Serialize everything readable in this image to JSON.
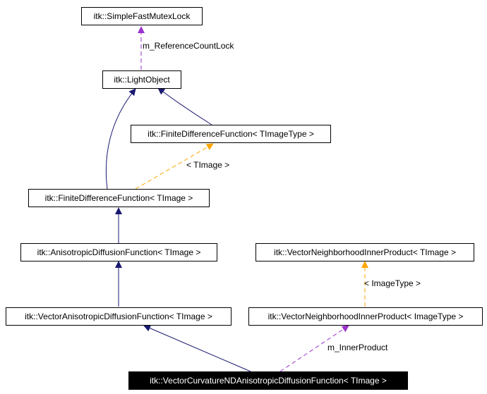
{
  "nodes": {
    "simple_fast_mutex_lock": "itk::SimpleFastMutexLock",
    "light_object": "itk::LightObject",
    "finite_difference_function_timagetype": "itk::FiniteDifferenceFunction< TImageType >",
    "finite_difference_function_timage": "itk::FiniteDifferenceFunction< TImage >",
    "anisotropic_diffusion_function": "itk::AnisotropicDiffusionFunction< TImage >",
    "vector_anisotropic_diffusion_function": "itk::VectorAnisotropicDiffusionFunction< TImage >",
    "vector_neighborhood_inner_product_timage": "itk::VectorNeighborhoodInnerProduct< TImage >",
    "vector_neighborhood_inner_product_imagetype": "itk::VectorNeighborhoodInnerProduct< ImageType >",
    "vector_curvature_nd": "itk::VectorCurvatureNDAnisotropicDiffusionFunction< TImage >"
  },
  "edge_labels": {
    "reference_count_lock": "m_ReferenceCountLock",
    "template_timage": "< TImage >",
    "template_imagetype": "< ImageType >",
    "inner_product": "m_InnerProduct"
  },
  "colors": {
    "inheritance": "#191970",
    "usage": "#9a32cd",
    "template": "#ffa500",
    "selected_fill": "#000000",
    "selected_text": "#ffffff"
  }
}
